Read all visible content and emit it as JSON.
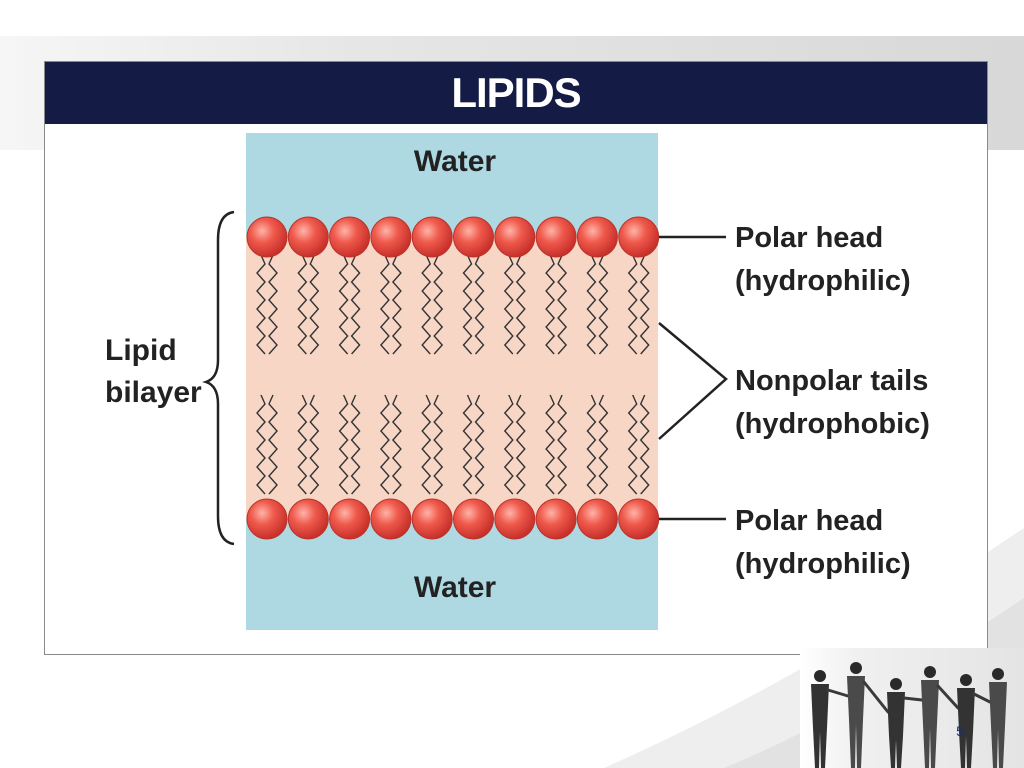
{
  "slide": {
    "title": "LIPIDS",
    "page_number": "5"
  },
  "diagram": {
    "water_top": "Water",
    "water_bottom": "Water",
    "bilayer_label_line1": "Lipid",
    "bilayer_label_line2": "bilayer",
    "head_top_line1": "Polar head",
    "head_top_line2": "(hydrophilic)",
    "tails_line1": "Nonpolar tails",
    "tails_line2": "(hydrophobic)",
    "head_bottom_line1": "Polar head",
    "head_bottom_line2": "(hydrophilic)",
    "colors": {
      "title_bar": "#141b45",
      "water": "#aed9e3",
      "bilayer_core": "#f7d6c6",
      "head": "#e8453c",
      "tail": "#333333"
    },
    "heads_per_layer": 10
  }
}
